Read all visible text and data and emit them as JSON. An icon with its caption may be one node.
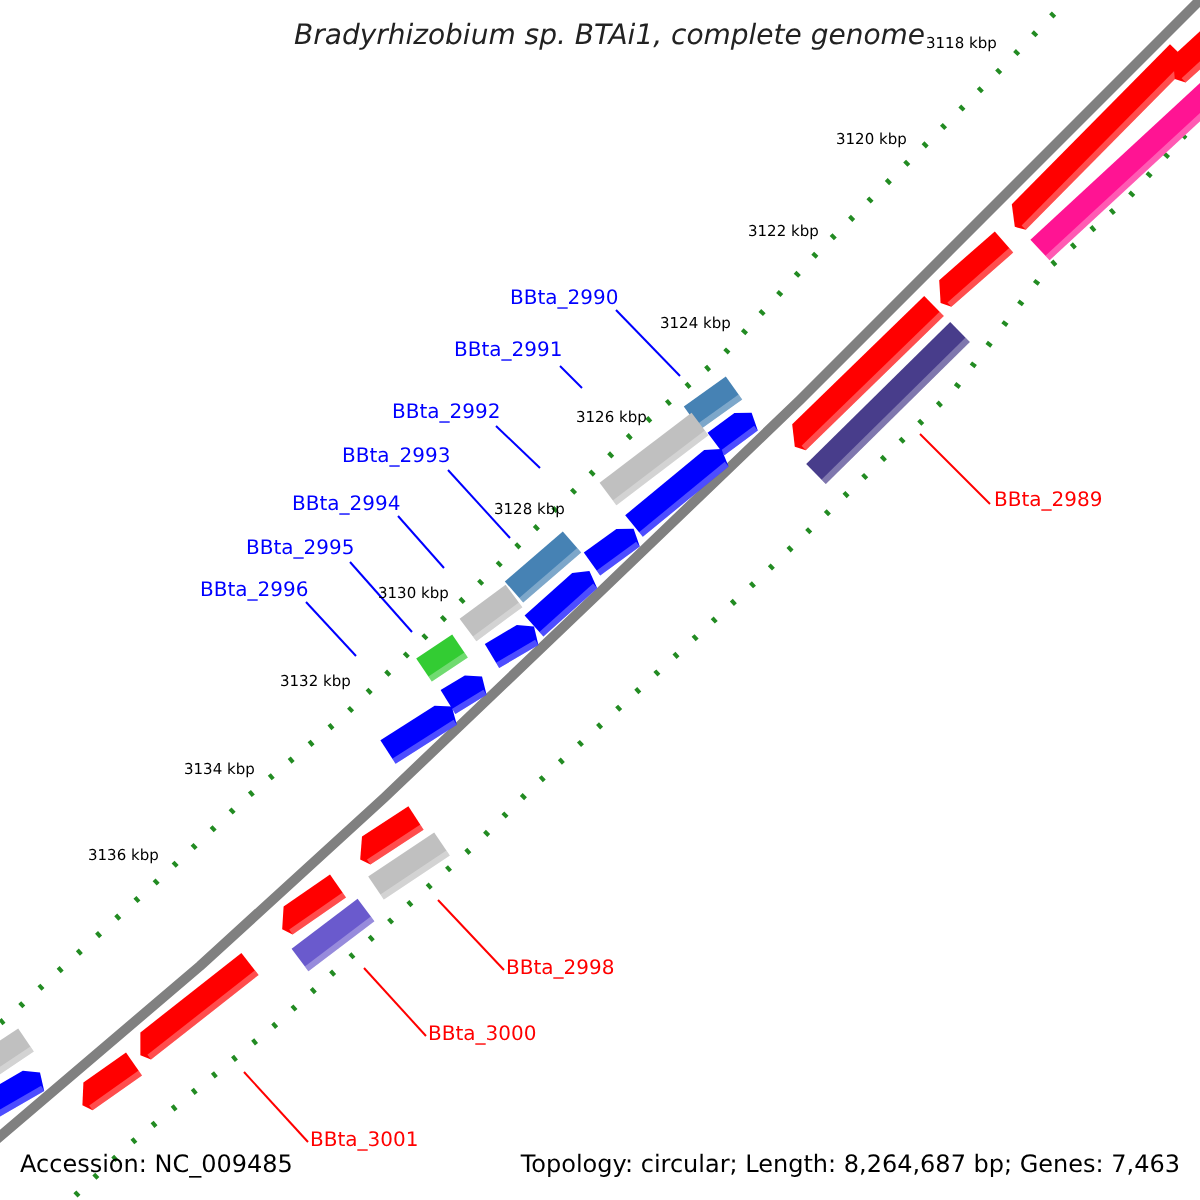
{
  "diagram": {
    "title": "Bradyrhizobium sp. BTAi1, complete genome",
    "nodes": [
      {
        "text": [
          "BBta_2990"
        ]
      },
      {
        "text": [
          "BBta_2991"
        ]
      },
      {
        "text": [
          "BBta_2992"
        ]
      },
      {
        "text": [
          "BBta_2993"
        ]
      },
      {
        "text": [
          "BBta_2989"
        ]
      },
      {
        "text": [
          "BBta_2994"
        ]
      },
      {
        "text": [
          "BBta_2995"
        ]
      },
      {
        "text": [
          "BBta_2996"
        ]
      },
      {
        "text": [
          "BBta_2998"
        ]
      },
      {
        "text": [
          "BBta_3000"
        ]
      },
      {
        "text": [
          "BBta_3001"
        ]
      }
    ],
    "edges": [
      {
        "from": 0,
        "to": null,
        "arrow": "none"
      },
      {
        "from": 1,
        "to": null,
        "arrow": "none"
      },
      {
        "from": 2,
        "to": null,
        "arrow": "none"
      },
      {
        "from": 3,
        "to": null,
        "arrow": "none"
      },
      {
        "from": 4,
        "to": null,
        "arrow": "none",
        "color": "#ff0000"
      },
      {
        "from": 5,
        "to": null,
        "arrow": "none"
      },
      {
        "from": 6,
        "to": null,
        "arrow": "none"
      },
      {
        "from": 7,
        "to": null,
        "arrow": "none"
      },
      {
        "from": 8,
        "to": null,
        "arrow": "none",
        "color": "#ff0000"
      },
      {
        "from": 9,
        "to": null,
        "arrow": "none",
        "color": "#ff0000"
      },
      {
        "from": 10,
        "to": null,
        "arrow": "none",
        "color": "#ff0000"
      }
    ],
    "labels": [
      "3118 kbp",
      "3120 kbp",
      "3122 kbp",
      "3124 kbp",
      "3126 kbp",
      "3128 kbp",
      "3130 kbp",
      "3132 kbp",
      "3134 kbp",
      "3136 kbp",
      "Accession: NC_009485",
      "Topology: circular; Length: 8,264,687 bp; Genes: 7,463"
    ]
  }
}
